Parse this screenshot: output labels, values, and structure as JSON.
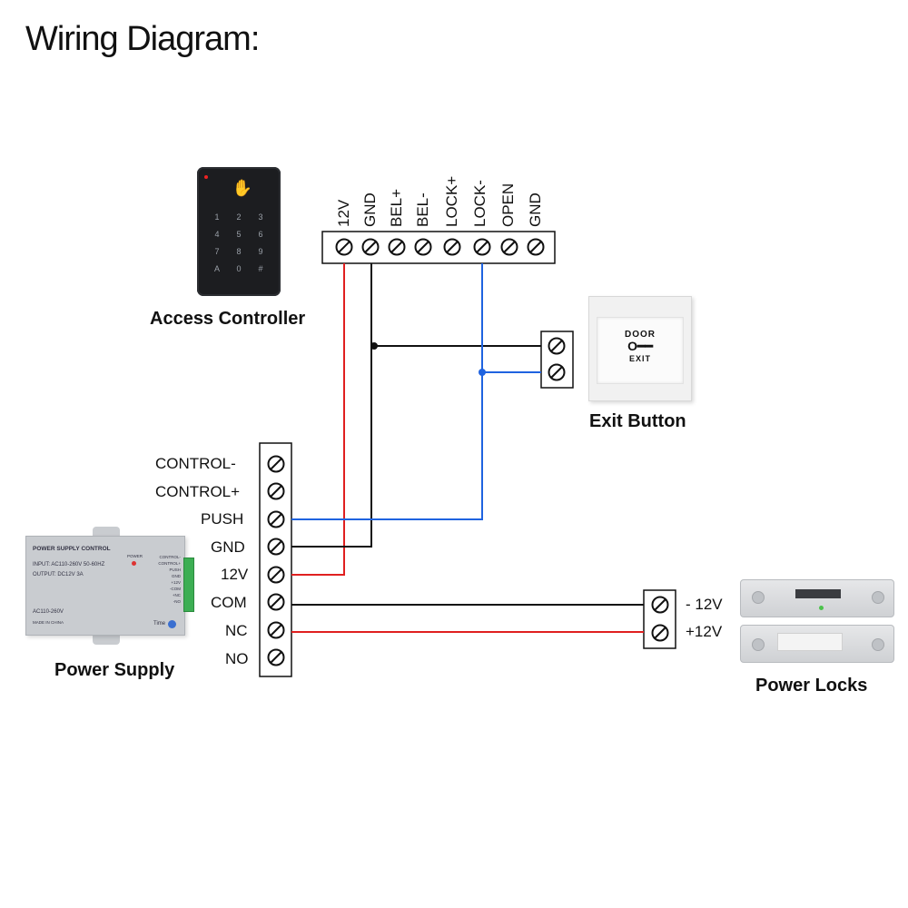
{
  "title": "Wiring Diagram:",
  "access_controller": {
    "caption": "Access Controller",
    "terminals": [
      "12V",
      "GND",
      "BEL+",
      "BEL-",
      "LOCK+",
      "LOCK-",
      "OPEN",
      "GND"
    ],
    "keys": [
      "1",
      "2",
      "3",
      "4",
      "5",
      "6",
      "7",
      "8",
      "9",
      "A",
      "0",
      "#"
    ]
  },
  "exit_button": {
    "caption": "Exit Button",
    "label_top": "DOOR",
    "label_bottom": "EXIT"
  },
  "power_supply": {
    "caption": "Power Supply",
    "terminals": [
      "CONTROL-",
      "CONTROL+",
      "PUSH",
      "GND",
      "12V",
      "COM",
      "NC",
      "NO"
    ],
    "device_title": "POWER SUPPLY CONTROL",
    "input_text": "INPUT: AC110-260V 50-60HZ",
    "output_text": "OUTPUT: DC12V  3A",
    "power_led": "POWER",
    "model_text": "AC110-260V",
    "made_text": "MADE IN CHINA",
    "time_text": "Time",
    "side_labels": [
      "CONTROL-",
      "CONTROL+",
      "PUSH",
      "GND",
      "+12V",
      "-COM",
      "+NC",
      "-NO"
    ]
  },
  "power_locks": {
    "caption": "Power Locks",
    "terminals": [
      "- 12V",
      "+12V"
    ]
  },
  "colors": {
    "red_wire": "#e02020",
    "black_wire": "#111111",
    "blue_wire": "#1f63e0",
    "keypad_body": "#1c1d20",
    "device_grey": "#c9ccd0"
  }
}
